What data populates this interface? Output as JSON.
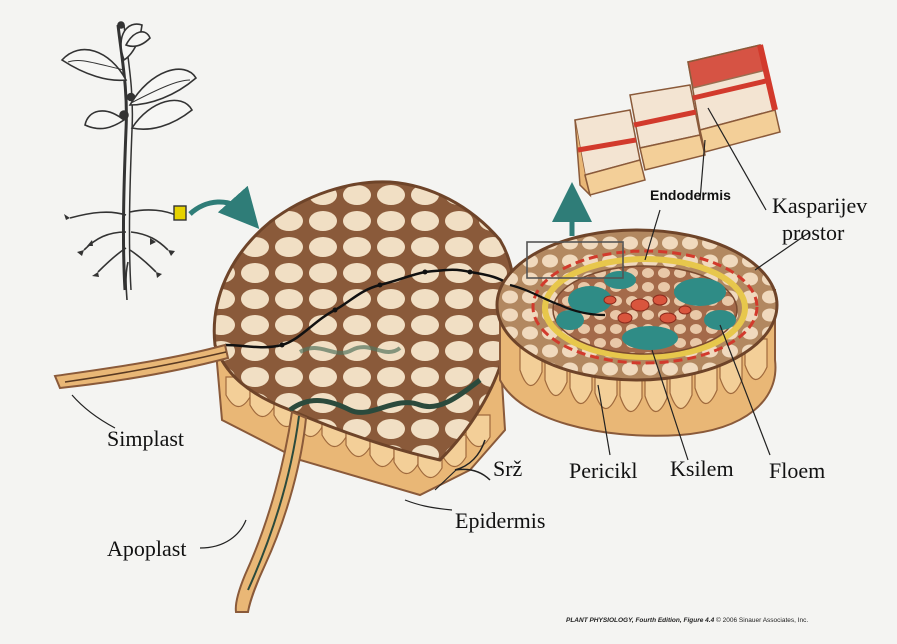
{
  "labels": {
    "endodermis": "Endodermis",
    "kasparijev": "Kasparijev",
    "prostor": "prostor",
    "simplast": "Simplast",
    "apoplast": "Apoplast",
    "srz": "Srž",
    "epidermis": "Epidermis",
    "pericikl": "Pericikl",
    "ksilem": "Ksilem",
    "floem": "Floem"
  },
  "credit": {
    "book": "PLANT PHYSIOLOGY, Fourth Edition, Figure 4.4",
    "copyright": "© 2006 Sinauer Associates, Inc."
  },
  "colors": {
    "cell_wall": "#8a5a3a",
    "cell_fill": "#f1dfc4",
    "cortex_fill": "#d8b07e",
    "stele_dark": "#2f8c86",
    "casparian": "#d23a2c",
    "pericycle": "#e7c74c",
    "arrow": "#2f7d78",
    "highlight": "#e0d000"
  }
}
